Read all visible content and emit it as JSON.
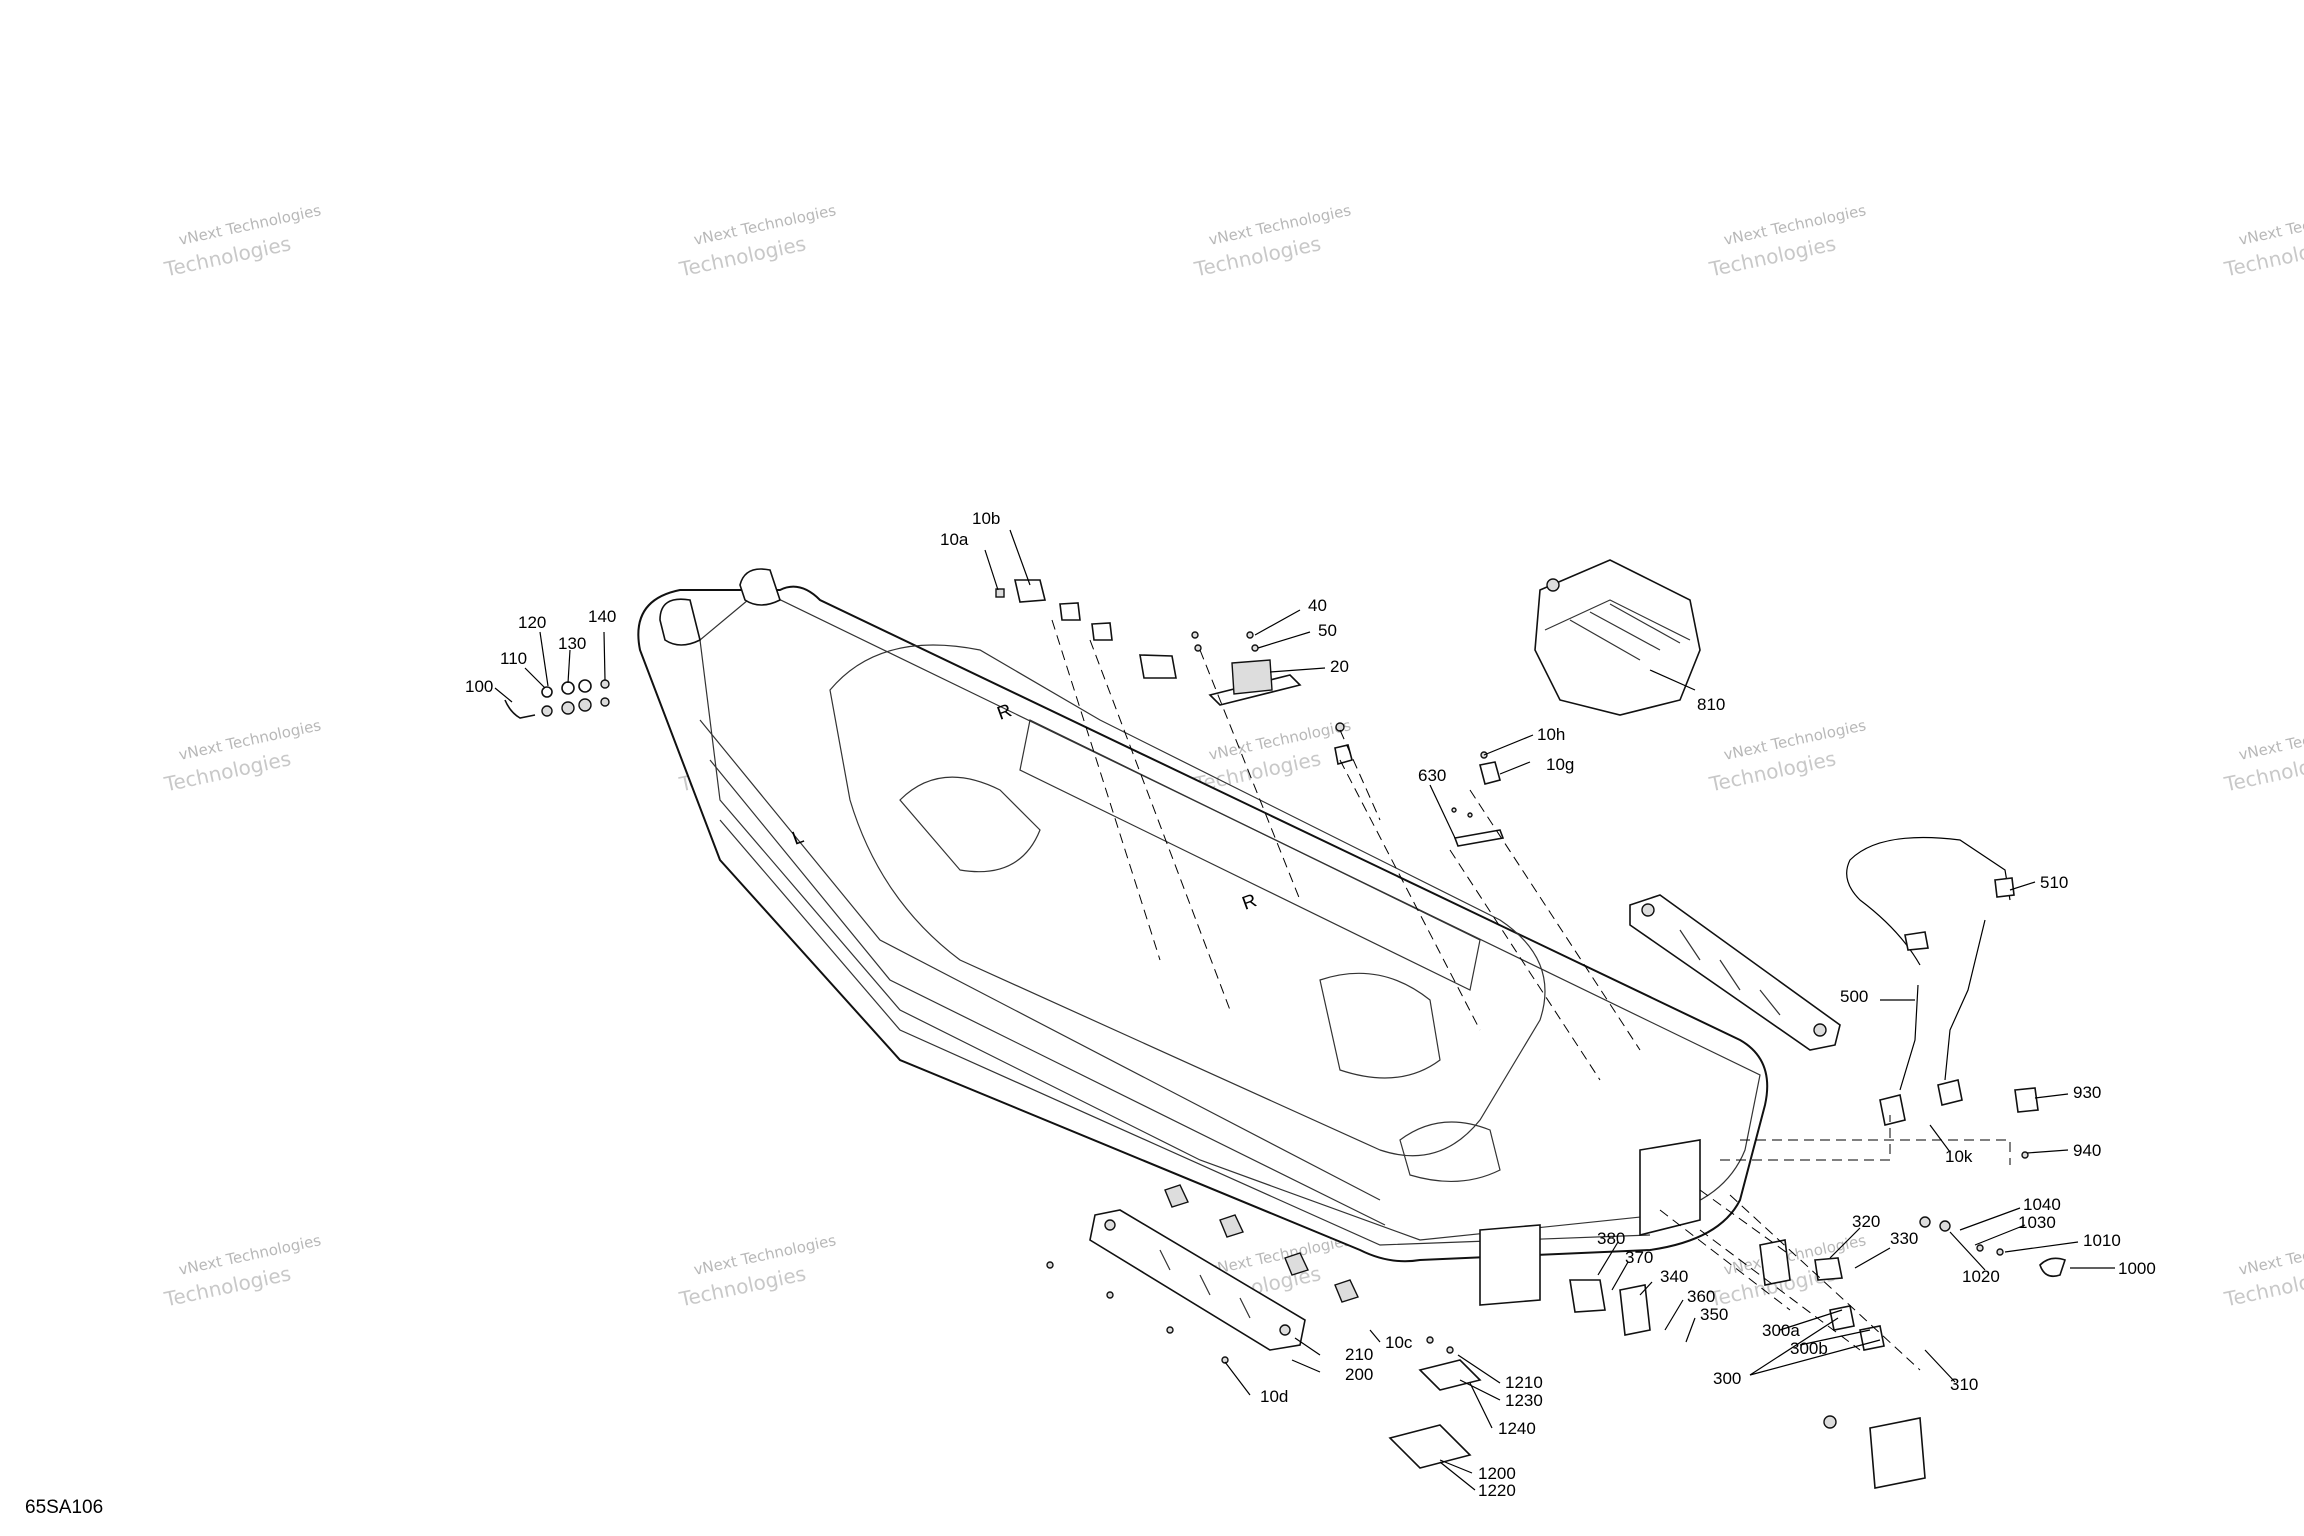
{
  "diagram_code": "65SA106",
  "watermark": {
    "line1": "vNext Technologies",
    "line2": "Technologies"
  },
  "callouts": [
    {
      "id": "10b",
      "text": "10b"
    },
    {
      "id": "10a",
      "text": "10a"
    },
    {
      "id": "40",
      "text": "40"
    },
    {
      "id": "50",
      "text": "50"
    },
    {
      "id": "20",
      "text": "20"
    },
    {
      "id": "140",
      "text": "140"
    },
    {
      "id": "120",
      "text": "120"
    },
    {
      "id": "130",
      "text": "130"
    },
    {
      "id": "110",
      "text": "110"
    },
    {
      "id": "100",
      "text": "100"
    },
    {
      "id": "810",
      "text": "810"
    },
    {
      "id": "10h",
      "text": "10h"
    },
    {
      "id": "10g",
      "text": "10g"
    },
    {
      "id": "630",
      "text": "630"
    },
    {
      "id": "510",
      "text": "510"
    },
    {
      "id": "500",
      "text": "500"
    },
    {
      "id": "930",
      "text": "930"
    },
    {
      "id": "10k",
      "text": "10k"
    },
    {
      "id": "940",
      "text": "940"
    },
    {
      "id": "1040",
      "text": "1040"
    },
    {
      "id": "1030",
      "text": "1030"
    },
    {
      "id": "1010",
      "text": "1010"
    },
    {
      "id": "1000",
      "text": "1000"
    },
    {
      "id": "1020",
      "text": "1020"
    },
    {
      "id": "320",
      "text": "320"
    },
    {
      "id": "330",
      "text": "330"
    },
    {
      "id": "380",
      "text": "380"
    },
    {
      "id": "370",
      "text": "370"
    },
    {
      "id": "340",
      "text": "340"
    },
    {
      "id": "360",
      "text": "360"
    },
    {
      "id": "350",
      "text": "350"
    },
    {
      "id": "300a",
      "text": "300a"
    },
    {
      "id": "300b",
      "text": "300b"
    },
    {
      "id": "300",
      "text": "300"
    },
    {
      "id": "310",
      "text": "310"
    },
    {
      "id": "210",
      "text": "210"
    },
    {
      "id": "200",
      "text": "200"
    },
    {
      "id": "10c",
      "text": "10c"
    },
    {
      "id": "10d",
      "text": "10d"
    },
    {
      "id": "1210",
      "text": "1210"
    },
    {
      "id": "1230",
      "text": "1230"
    },
    {
      "id": "1240",
      "text": "1240"
    },
    {
      "id": "1200",
      "text": "1200"
    },
    {
      "id": "1220",
      "text": "1220"
    }
  ],
  "hull_marks": {
    "r_upper": "R",
    "l_left": "L",
    "r_lower": "R"
  }
}
